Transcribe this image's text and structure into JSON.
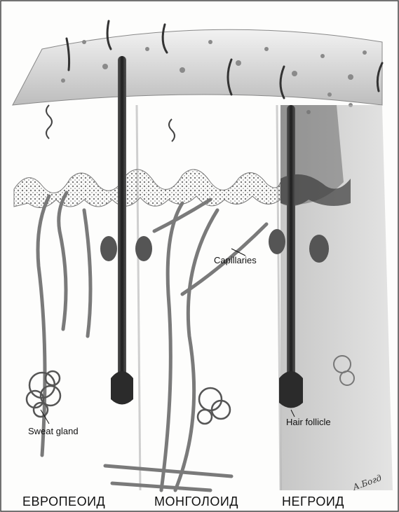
{
  "labels": {
    "capillaries": "Capillaries",
    "sweat_gland": "Sweat gland",
    "hair_follicle": "Hair follicle"
  },
  "captions": {
    "europeoid": "ЕВРОПЕОИД",
    "mongoloid": "МОНГОЛОИД",
    "negroid": "НЕГРОИД"
  },
  "signature": "А.Богд",
  "colors": {
    "background": "#fdfdfc",
    "epidermis": "#d9d9d9",
    "dermis_dark": "#5a5a5a",
    "vessel": "#8c8c8c",
    "hair": "#2a2a2a"
  }
}
